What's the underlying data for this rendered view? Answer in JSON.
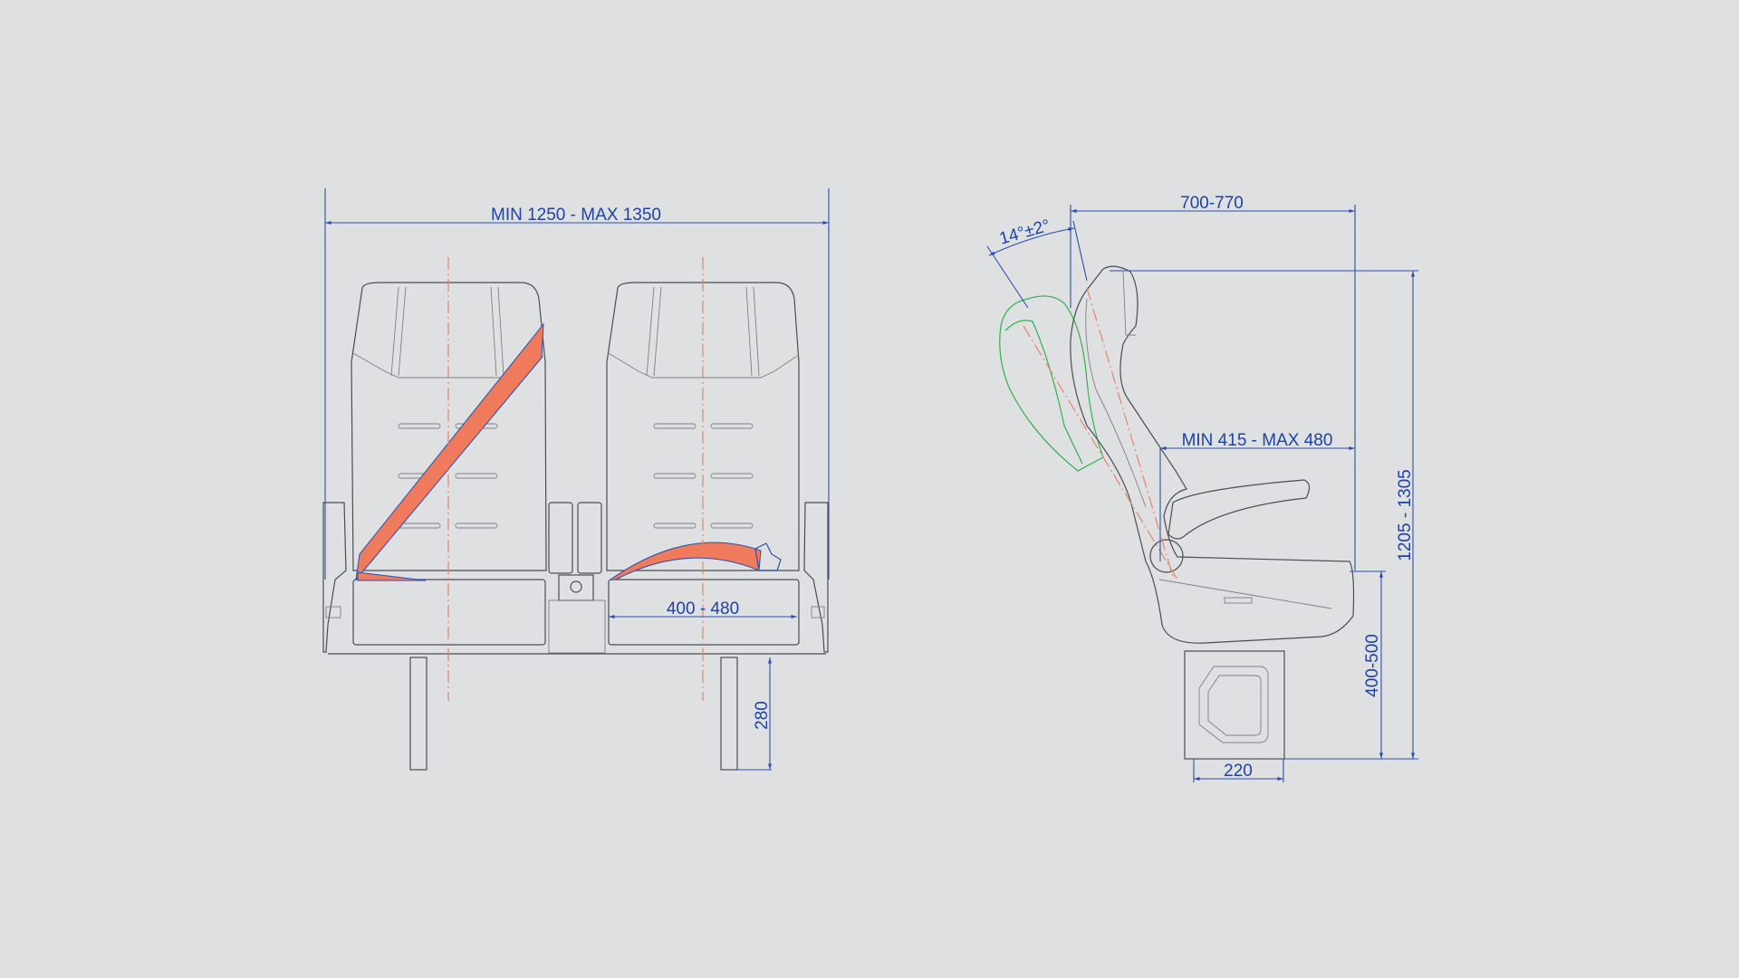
{
  "front_view": {
    "overall_width": "MIN 1250 - MAX 1350",
    "seat_width": "400 - 480",
    "leg_height": "280"
  },
  "side_view": {
    "depth": "700-770",
    "recline_angle": "14°±2°",
    "seat_depth": "MIN 415 - MAX 480",
    "total_height": "1205 - 1305",
    "seat_height": "400-500",
    "pedestal_width": "220"
  },
  "colors": {
    "background": "#dfe0e2",
    "dimension": "#1d43a6",
    "belt": "#ef7a5c",
    "recline_outline": "#2fb24a",
    "centerline": "#e8836a"
  }
}
